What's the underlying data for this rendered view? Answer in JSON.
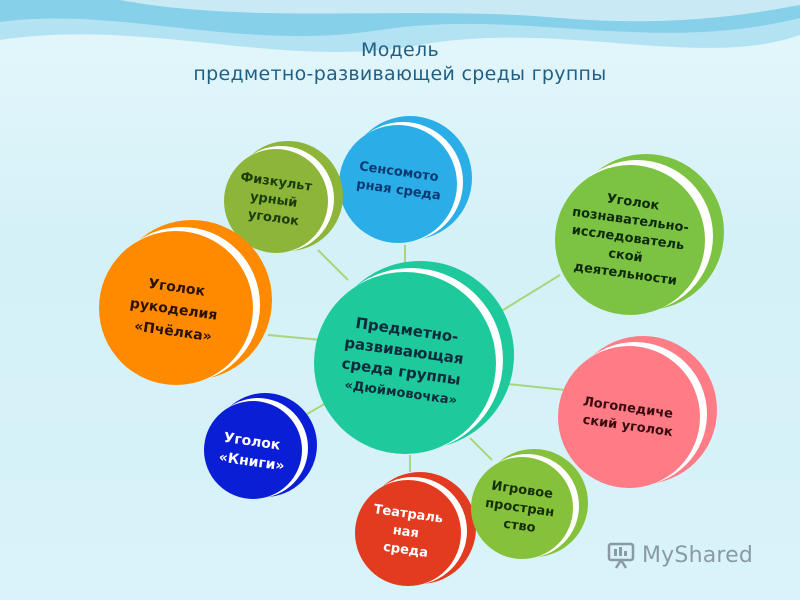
{
  "title": {
    "line1": "Модель",
    "line2": "предметно-развивающей среды группы"
  },
  "colors": {
    "center": "#1ec99b",
    "sensory": "#2baee8",
    "physical": "#8db53a",
    "cognitive": "#7cc243",
    "craft": "#ff8a00",
    "books": "#0a1ed6",
    "theatre": "#e23b20",
    "play": "#86c13c",
    "speech": "#ff7b86",
    "connector": "#a9d57c"
  },
  "nodes": {
    "center": [
      "Предметно-",
      "развивающая",
      "среда группы",
      "«Дюймовочка»"
    ],
    "sensory": [
      "Сенсомото",
      "рная среда"
    ],
    "physical": [
      "Физкульт",
      "урный",
      "уголок"
    ],
    "cognitive": [
      "Уголок",
      "познавательно-",
      "исследователь",
      "ской",
      "деятельности"
    ],
    "craft": [
      "Уголок",
      "рукоделия",
      "«Пчёлка»"
    ],
    "books": [
      "Уголок",
      "«Книги»"
    ],
    "theatre": [
      "Театраль",
      "ная",
      "среда"
    ],
    "play": [
      "Игровое",
      "простран",
      "ство"
    ],
    "speech": [
      "Логопедиче",
      "ский уголок"
    ]
  },
  "logo": {
    "text": "MyShared",
    "icon": "presentation-board-icon"
  }
}
